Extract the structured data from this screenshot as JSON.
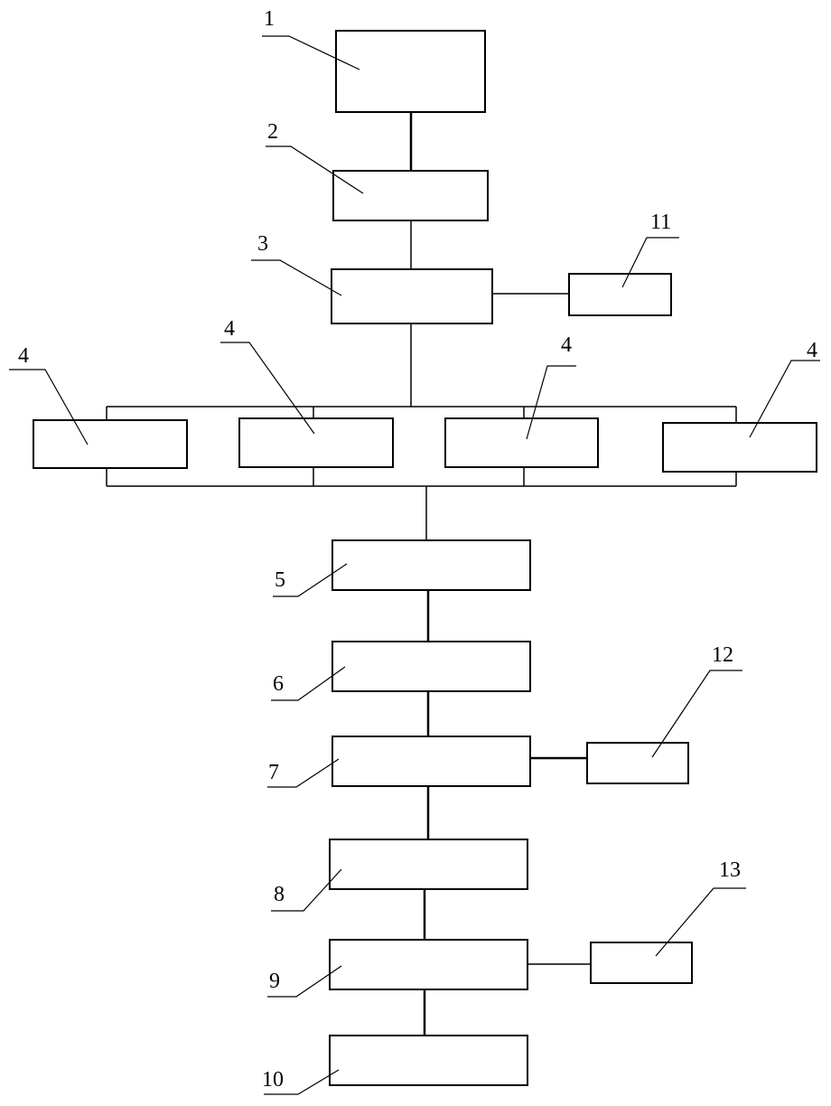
{
  "labels": {
    "b1": "1",
    "b2": "2",
    "b3": "3",
    "b4a": "4",
    "b4b": "4",
    "b4c": "4",
    "b4d": "4",
    "b5": "5",
    "b6": "6",
    "b7": "7",
    "b8": "8",
    "b9": "9",
    "b10": "10",
    "b11": "11",
    "b12": "12",
    "b13": "13"
  }
}
